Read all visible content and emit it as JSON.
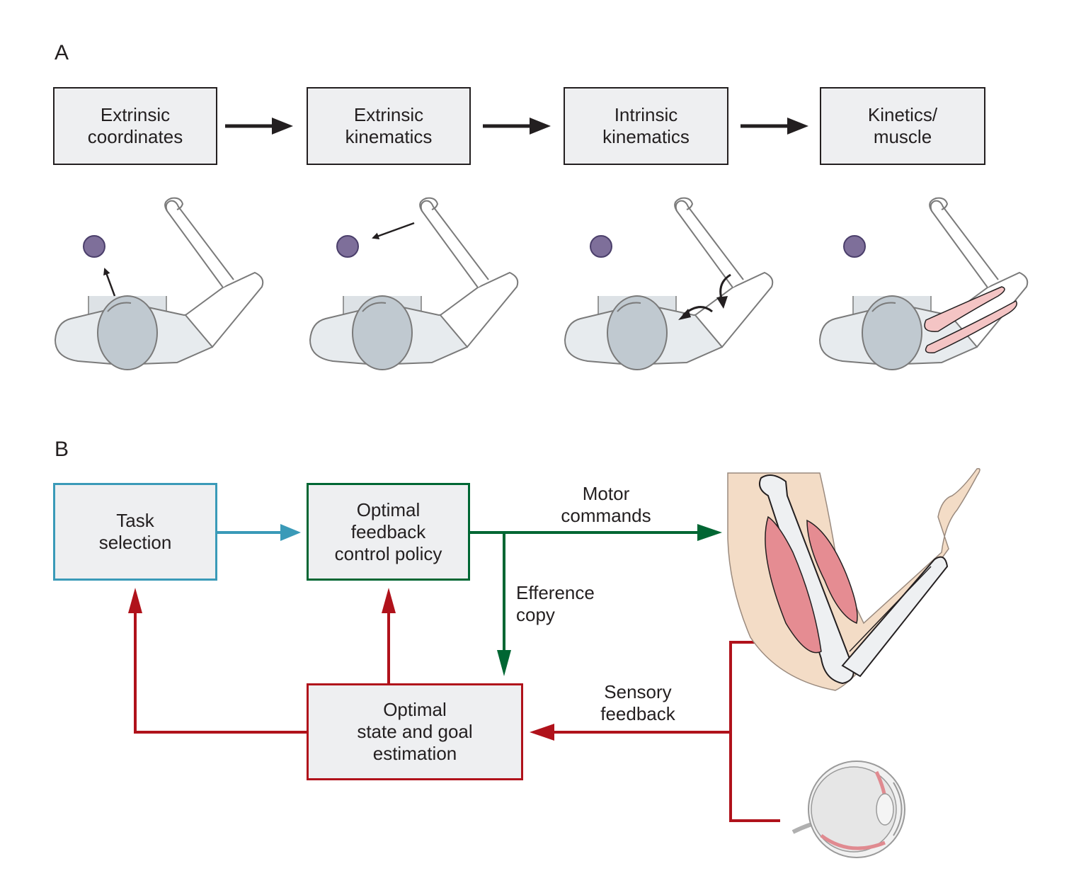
{
  "panel_a": {
    "label": "A",
    "boxes": [
      {
        "line1": "Extrinsic",
        "line2": "coordinates"
      },
      {
        "line1": "Extrinsic",
        "line2": "kinematics"
      },
      {
        "line1": "Intrinsic",
        "line2": "kinematics"
      },
      {
        "line1": "Kinetics/",
        "line2": "muscle"
      }
    ],
    "figures": [
      {
        "annotation": "arrow from body toward target"
      },
      {
        "annotation": "arrow from hand toward target"
      },
      {
        "annotation": "curved joint-rotation arrows at elbow and shoulder"
      },
      {
        "annotation": "arm muscles highlighted"
      }
    ]
  },
  "panel_b": {
    "label": "B",
    "task_box": {
      "line1": "Task",
      "line2": "selection"
    },
    "policy_box": {
      "line1": "Optimal",
      "line2": "feedback",
      "line3": "control policy"
    },
    "estimation_box": {
      "line1": "Optimal",
      "line2": "state and goal",
      "line3": "estimation"
    },
    "motor_label": {
      "line1": "Motor",
      "line2": "commands"
    },
    "efference_label": {
      "line1": "Efference",
      "line2": "copy"
    },
    "sensory_label": {
      "line1": "Sensory",
      "line2": "feedback"
    }
  },
  "colors": {
    "task": "#3a9ab8",
    "policy": "#006633",
    "estimation": "#b0121b",
    "box_fill": "#eeeff1",
    "ink": "#231f20",
    "target": "#7e6f9a",
    "skin": "#f3dcc6",
    "muscle": "#e58c92"
  }
}
